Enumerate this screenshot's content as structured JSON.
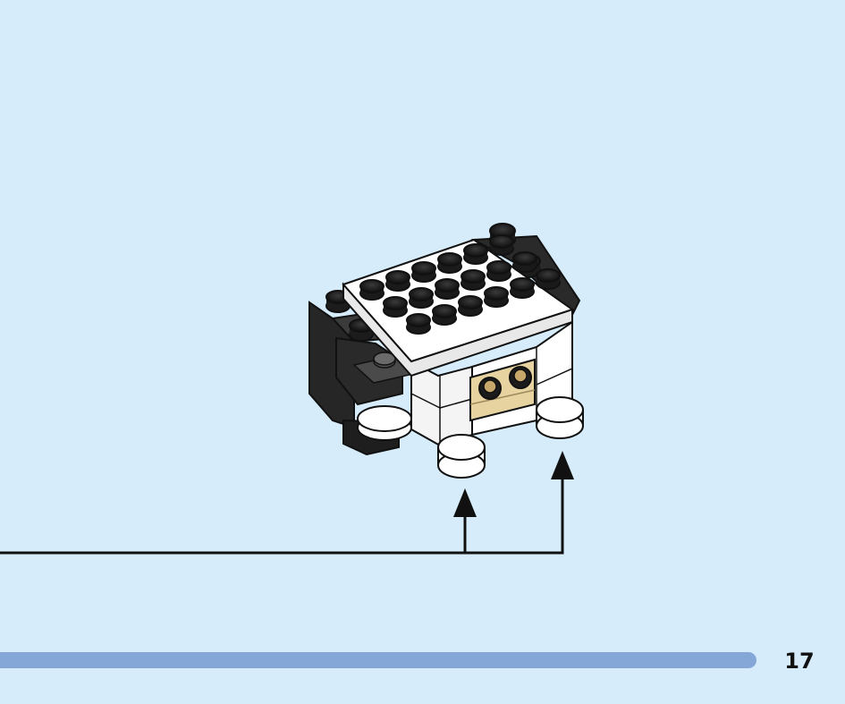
{
  "page": {
    "background": "#d6ecfa",
    "page_number": "17"
  },
  "progress": {
    "color": "#85a7d8",
    "fraction": 0.89
  },
  "model": {
    "description_icon": "lego-sheep-model",
    "stud_count_top": 18,
    "colors": {
      "white": "#ffffff",
      "black": "#262626",
      "tan": "#e6d3a0",
      "outline": "#111111"
    }
  },
  "callout": {
    "arrow_count": 2
  }
}
